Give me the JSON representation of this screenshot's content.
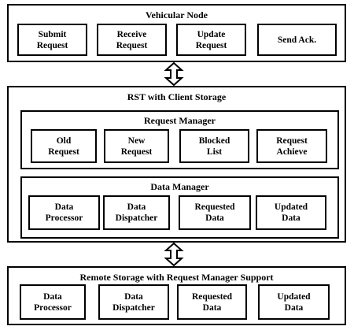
{
  "vehicular_node": {
    "title": "Vehicular Node",
    "items": [
      "Submit\nRequest",
      "Receive\nRequest",
      "Update\nRequest",
      "Send Ack."
    ]
  },
  "rst": {
    "title": "RST with Client Storage",
    "request_manager": {
      "title": "Request Manager",
      "items": [
        "Old\nRequest",
        "New\nRequest",
        "Blocked\nList",
        "Request\nAchieve"
      ]
    },
    "data_manager": {
      "title": "Data Manager",
      "items": [
        "Data\nProcessor",
        "Data\nDispatcher",
        "Requested\nData",
        "Updated\nData"
      ]
    }
  },
  "remote_storage": {
    "title": "Remote Storage with Request Manager Support",
    "items": [
      "Data\nProcessor",
      "Data\nDispatcher",
      "Requested\nData",
      "Updated\nData"
    ]
  }
}
